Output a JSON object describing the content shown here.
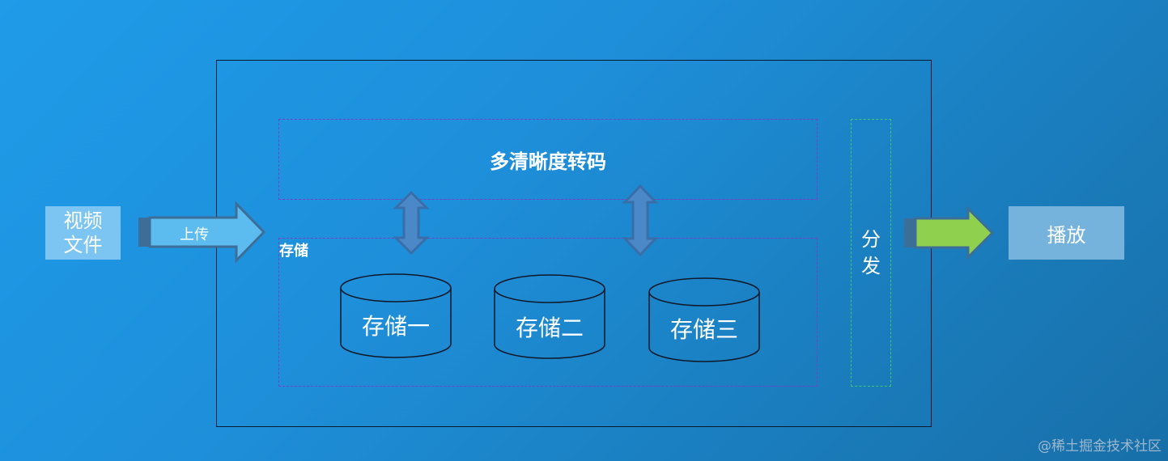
{
  "source": {
    "label": "视频文件"
  },
  "upload_arrow": {
    "label": "上传"
  },
  "transcode": {
    "label": "多清晰度转码"
  },
  "storage": {
    "label": "存储",
    "units": [
      "存储一",
      "存储二",
      "存储三"
    ]
  },
  "distribute": {
    "label": "分发"
  },
  "dest": {
    "label": "播放"
  },
  "watermark": "@稀土掘金技术社区",
  "colors": {
    "upload_arrow": "#5cbcf0",
    "play_arrow": "#8fd14f",
    "double_arrow": "#4a88c8",
    "region_border": "#7a3fc6",
    "distribute_border": "#3ec86a"
  }
}
